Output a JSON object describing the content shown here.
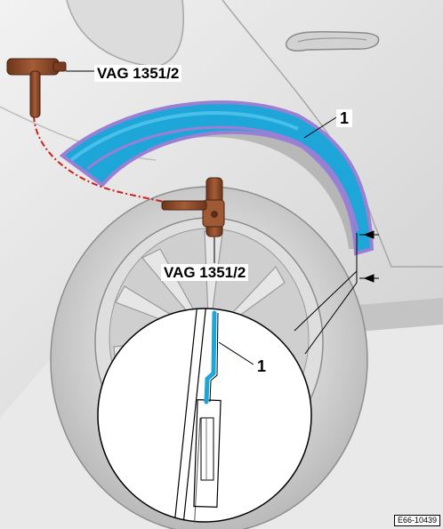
{
  "labels": {
    "tool_top": "VAG 1351/2",
    "tool_bottom": "VAG 1351/2",
    "callout_main": "1",
    "callout_detail": "1"
  },
  "figure_code": "E66-10439",
  "colors": {
    "background": "#e9e9e9",
    "wheel_arch_trim": "#1fa6d8",
    "trim_edge": "#9b7fd4",
    "hot_air_tool": "#8b4a2b",
    "heat_path": "#cc1f1f",
    "outline": "#000000"
  }
}
